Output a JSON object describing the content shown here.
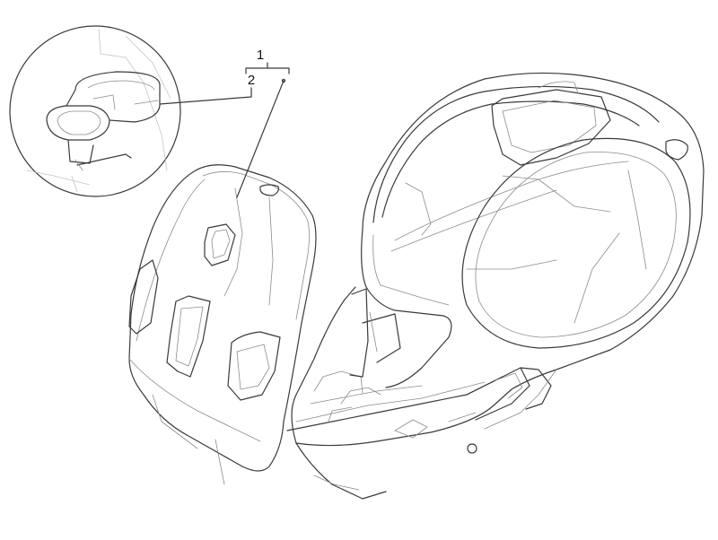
{
  "callouts": [
    {
      "id": "1",
      "label": "1"
    },
    {
      "id": "2",
      "label": "2"
    }
  ],
  "colors": {
    "line": "#3a3a3a",
    "detail": "#8c8c8c",
    "background": "#ffffff"
  }
}
